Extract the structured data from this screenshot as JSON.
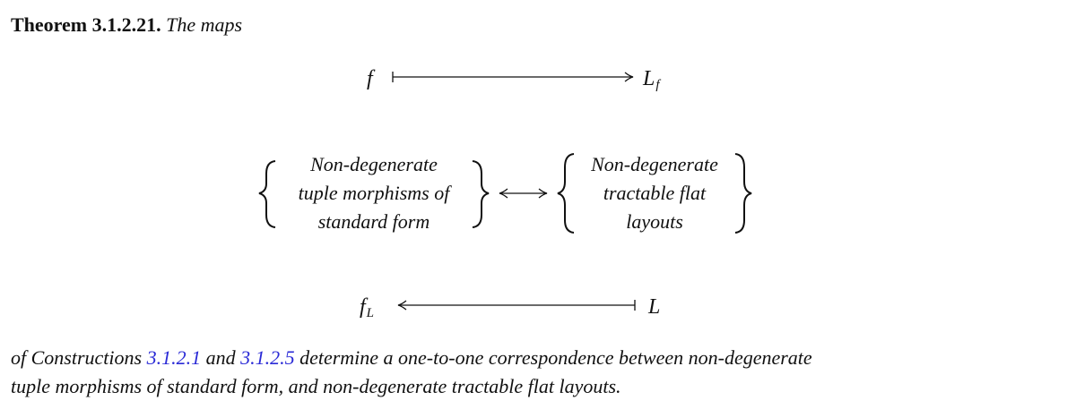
{
  "theorem": {
    "label": "Theorem 3.1.2.21.",
    "intro": "The maps"
  },
  "diagram": {
    "top_left": "f",
    "top_right_base": "L",
    "top_right_sub": "f",
    "bottom_left_base": "f",
    "bottom_left_sub": "L",
    "bottom_right": "L",
    "left_set": [
      "Non-degenerate",
      "tuple morphisms of",
      "standard form"
    ],
    "right_set": [
      "Non-degenerate",
      "tractable flat",
      "layouts"
    ]
  },
  "paragraph": {
    "part1": "of Constructions",
    "ref1": "3.1.2.1",
    "part2": "and",
    "ref2": "3.1.2.5",
    "part3": "determine a one-to-one correspondence between non-degenerate",
    "line2": "tuple morphisms of standard form, and non-degenerate tractable flat layouts."
  },
  "colors": {
    "text": "#111111",
    "link": "#2a2ad6"
  }
}
